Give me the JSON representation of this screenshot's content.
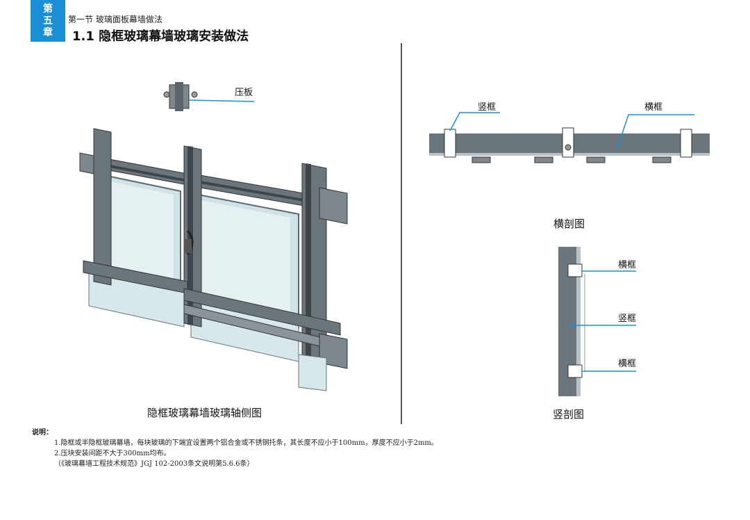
{
  "header": {
    "chapter_tab": [
      "第",
      "五",
      "章"
    ],
    "section_sub": "第一节 玻璃面板幕墙做法",
    "section_title": "1.1 隐框玻璃幕墙玻璃安装做法"
  },
  "left_figure": {
    "label_pressure_plate": "压板",
    "caption": "隐框玻璃幕墙玻璃轴侧图"
  },
  "horizontal_section": {
    "label_vertical_frame": "竖框",
    "label_horizontal_frame": "横框",
    "caption": "横剖图"
  },
  "vertical_section": {
    "label_top": "横框",
    "label_middle": "竖框",
    "label_bottom": "横框",
    "caption": "竖剖图"
  },
  "notes": {
    "head": "说明：",
    "line1": "1.隐框或半隐框玻璃幕墙，每块玻璃的下端宜设置两个铝合金或不锈钢托条，其长度不应小于100mm，厚度不应小于2mm。",
    "line2": "2.压块安装间距不大于300mm均布。",
    "line3": "（《玻璃幕墙工程技术规范》JGJ 102-2003条文说明第5.6.6条）"
  },
  "colors": {
    "accent": "#1b8fd6",
    "frame": "#6b757c",
    "frame_dark": "#3e464c",
    "glass": "#cfe3e6",
    "leader": "#1b8fd6"
  }
}
